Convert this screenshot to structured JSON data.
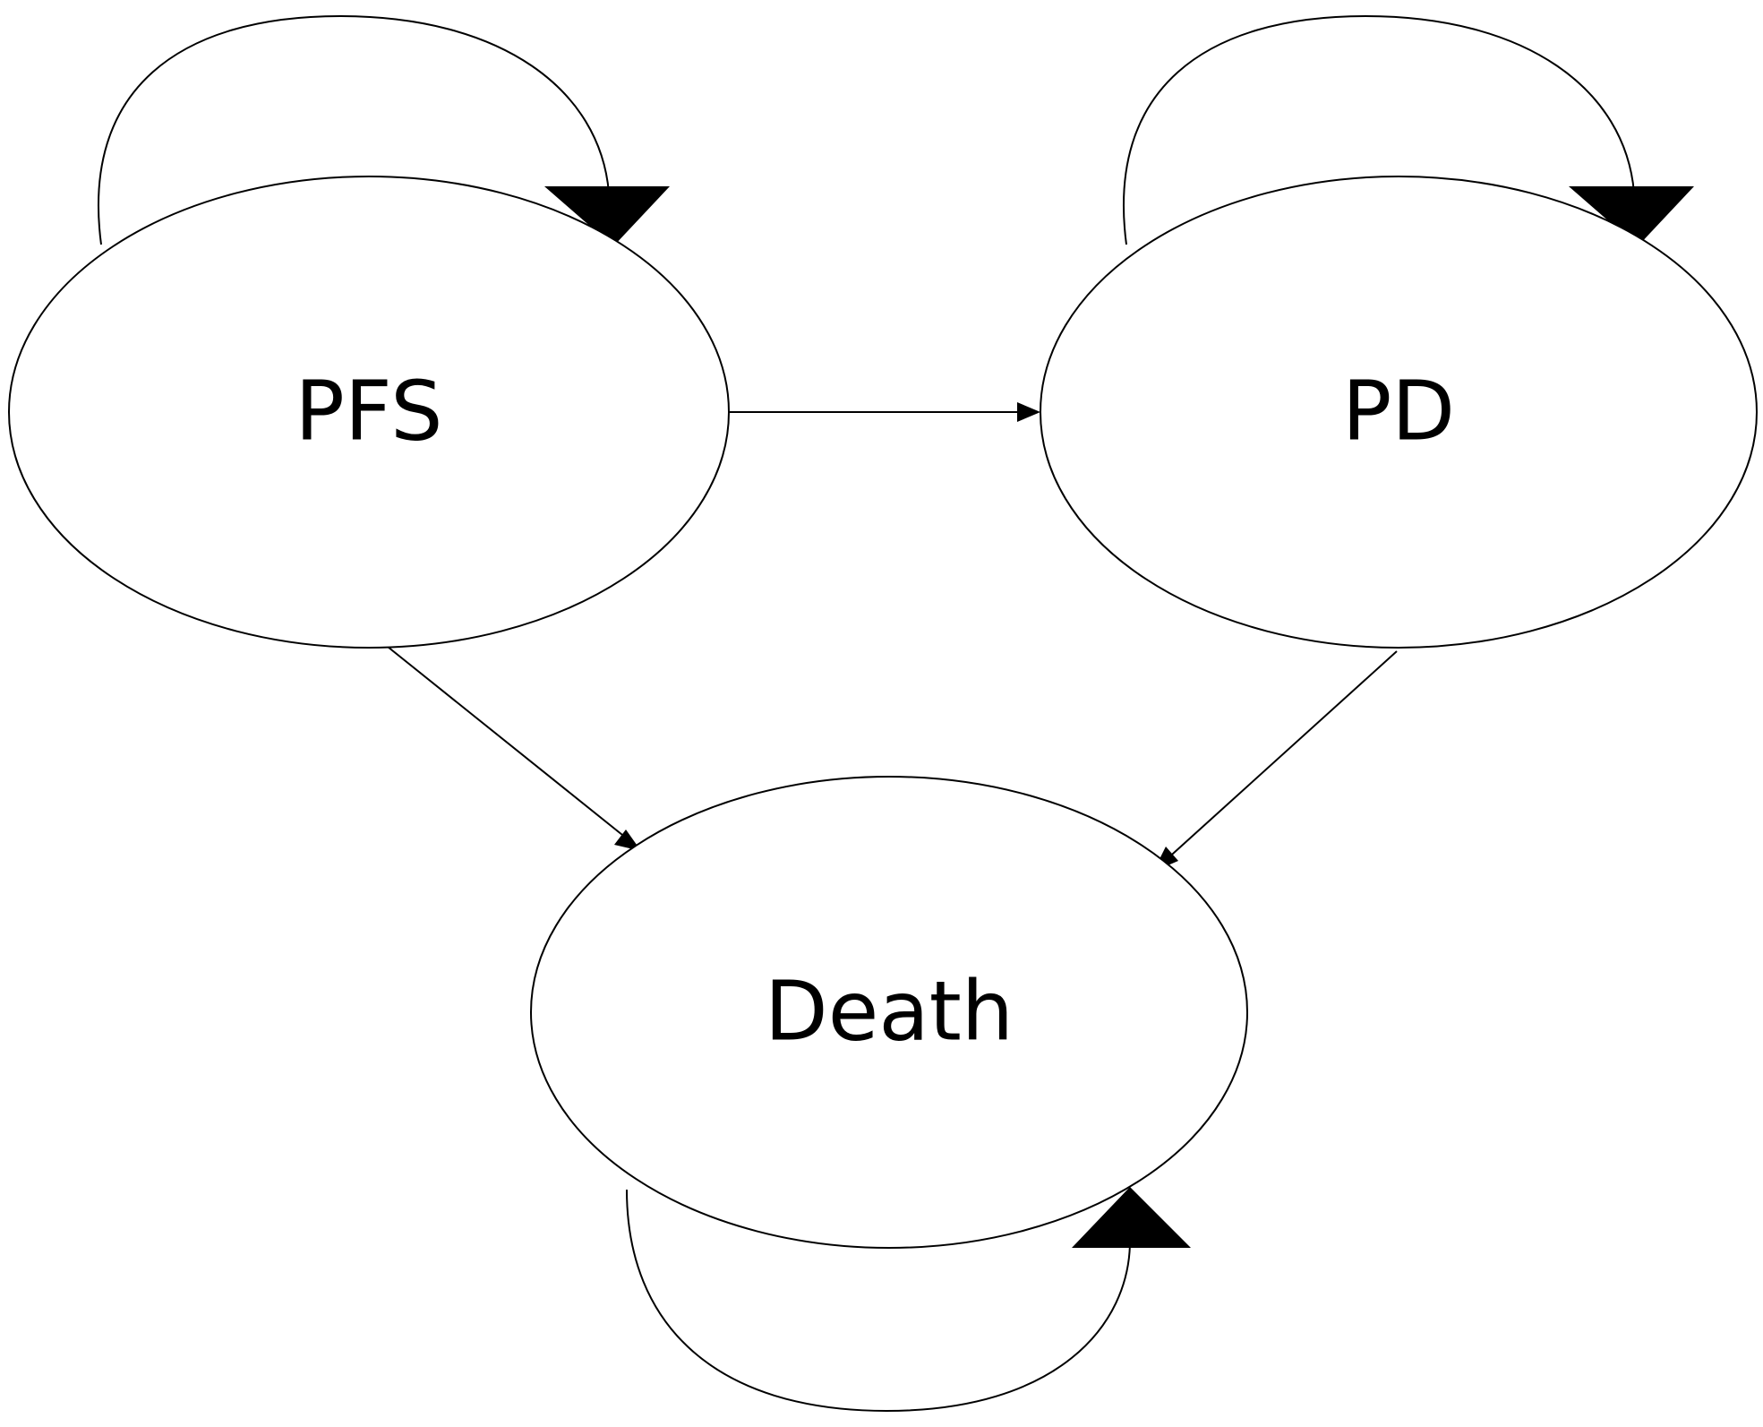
{
  "diagram": {
    "states": [
      {
        "id": "pfs",
        "label": "PFS"
      },
      {
        "id": "pd",
        "label": "PD"
      },
      {
        "id": "death",
        "label": "Death"
      }
    ],
    "transitions": [
      {
        "from": "pfs",
        "to": "pfs"
      },
      {
        "from": "pfs",
        "to": "pd"
      },
      {
        "from": "pfs",
        "to": "death"
      },
      {
        "from": "pd",
        "to": "pd"
      },
      {
        "from": "pd",
        "to": "death"
      },
      {
        "from": "death",
        "to": "death"
      }
    ],
    "colors": {
      "stroke": "#000000",
      "fill": "#ffffff",
      "background": "#ffffff"
    }
  }
}
